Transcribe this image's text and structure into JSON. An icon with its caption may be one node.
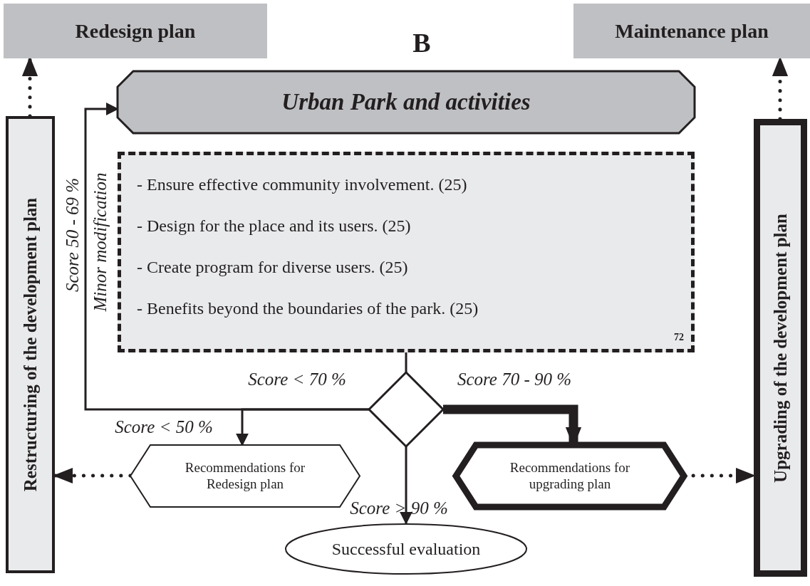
{
  "diagram": {
    "nodes": [
      {
        "text": [
          "Redesign plan"
        ]
      },
      {
        "text": [
          "Maintenance plan"
        ]
      },
      {
        "text": [
          "Urban Park and activities"
        ]
      },
      {
        "text": [
          "- Ensure effective community involvement. (25)",
          "- Design for the place and its users. (25)",
          "- Create program for diverse users. (25)",
          "- Benefits beyond the boundaries of the park. (25)",
          "72"
        ]
      },
      {
        "text": [],
        "shape": "diamond"
      },
      {
        "text": [
          "Restructuring of the development plan"
        ]
      },
      {
        "text": [
          "Recommendations for Redesign plan"
        ]
      },
      {
        "text": [
          "Recommendations for upgrading plan"
        ]
      },
      {
        "text": [
          "Successful evaluation"
        ]
      },
      {
        "text": [
          "Upgrading of the development plan"
        ]
      }
    ],
    "edges": [
      {
        "from": 3,
        "to": 4,
        "arrow": "none"
      },
      {
        "from": 4,
        "to": 2,
        "arrow": "to"
      },
      {
        "from": 4,
        "to": 6,
        "arrow": "to"
      },
      {
        "from": 4,
        "to": 7,
        "arrow": "to",
        "style": "thick"
      },
      {
        "from": 4,
        "to": 8,
        "arrow": "to"
      },
      {
        "from": 6,
        "to": 5,
        "arrow": "to",
        "style": "dashed"
      },
      {
        "from": 7,
        "to": 9,
        "arrow": "to",
        "style": "dashed"
      },
      {
        "from": 5,
        "to": 0,
        "arrow": "to",
        "style": "dashed"
      },
      {
        "from": 9,
        "to": 1,
        "arrow": "to",
        "style": "dashed"
      }
    ],
    "labels": [
      "B",
      "Score 50 - 69 %",
      "Minor modification",
      "Score < 70 %",
      "Score 70 - 90 %",
      "Score < 50 %",
      "Score > 90 %"
    ]
  }
}
